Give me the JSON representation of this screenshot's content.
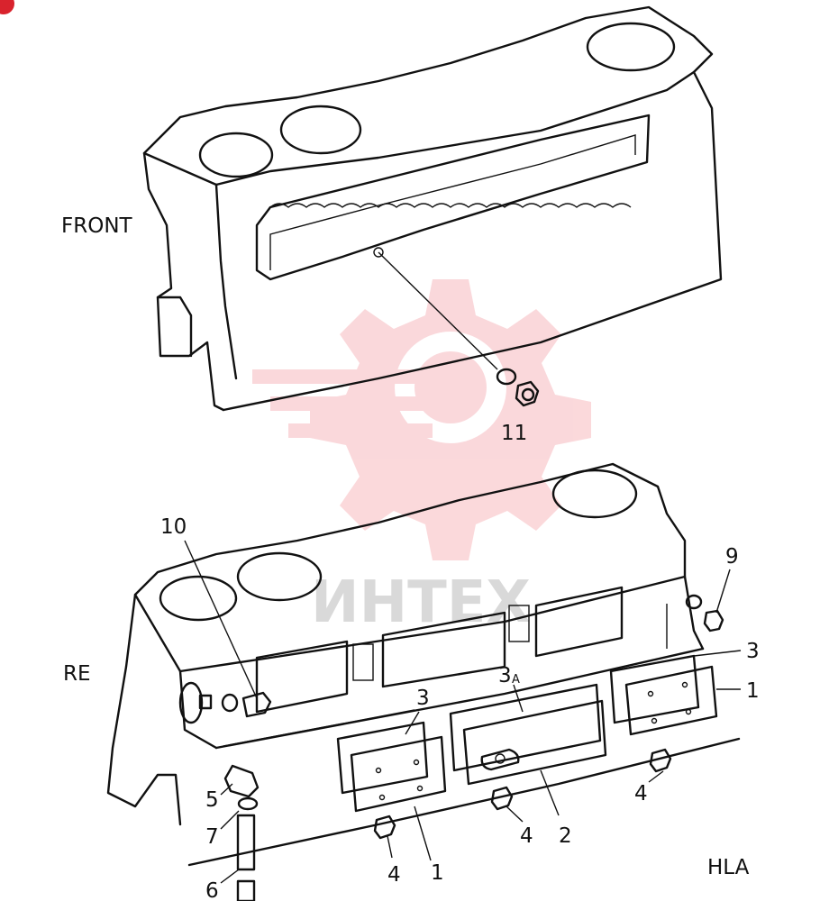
{
  "labels": {
    "front": "FRONT",
    "rear": "RE",
    "code": "HLA",
    "callouts": {
      "c11": "11",
      "c10": "10",
      "c9": "9",
      "c3a": "3",
      "c3a_sub": "A",
      "c3_left": "3",
      "c3_right": "3",
      "c1_right": "1",
      "c1_bottom": "1",
      "c4_left": "4",
      "c4_mid": "4",
      "c4_right": "4",
      "c2": "2",
      "c5": "5",
      "c7": "7",
      "c6": "6"
    }
  },
  "watermark": {
    "text": "ИНТЕХ",
    "color": "#f7b9be"
  },
  "colors": {
    "line": "#111111",
    "badge": "#d9232d"
  }
}
